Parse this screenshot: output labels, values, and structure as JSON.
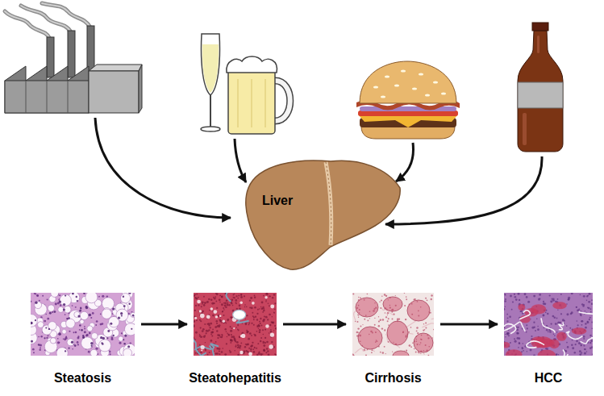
{
  "diagram": {
    "nodes": [
      {
        "text": [
          "Liver"
        ]
      },
      {
        "text": [
          "Steatosis"
        ]
      },
      {
        "text": [
          "Steatohepatitis"
        ]
      },
      {
        "text": [
          "Cirrhosis"
        ]
      },
      {
        "text": [
          "HCC"
        ]
      }
    ],
    "edges": [
      {
        "from": 1,
        "to": 2,
        "arrow": "to"
      },
      {
        "from": 2,
        "to": 3,
        "arrow": "to"
      },
      {
        "from": 3,
        "to": 4,
        "arrow": "to"
      }
    ]
  }
}
